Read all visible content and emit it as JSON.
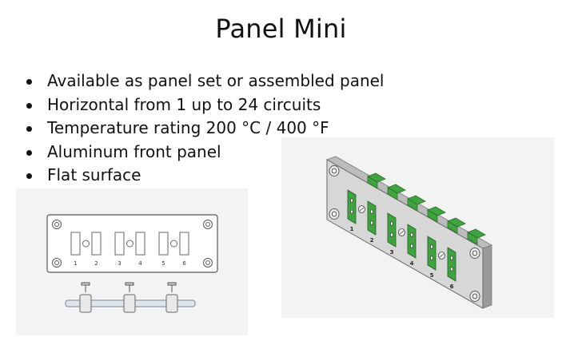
{
  "slide": {
    "title": "Panel Mini",
    "bullets": [
      "Available as panel set or assembled panel",
      "Horizontal from 1 up to 24 circuits",
      "Temperature rating 200 °C / 400 °F",
      "Aluminum front panel",
      "Flat surface"
    ]
  },
  "panel_flat": {
    "circuit_labels": [
      "1",
      "2",
      "3",
      "4",
      "5",
      "6"
    ]
  },
  "panel_3d": {
    "circuit_labels": [
      "1",
      "2",
      "3",
      "4",
      "5",
      "6"
    ],
    "connector_color": "#3fa33f"
  }
}
